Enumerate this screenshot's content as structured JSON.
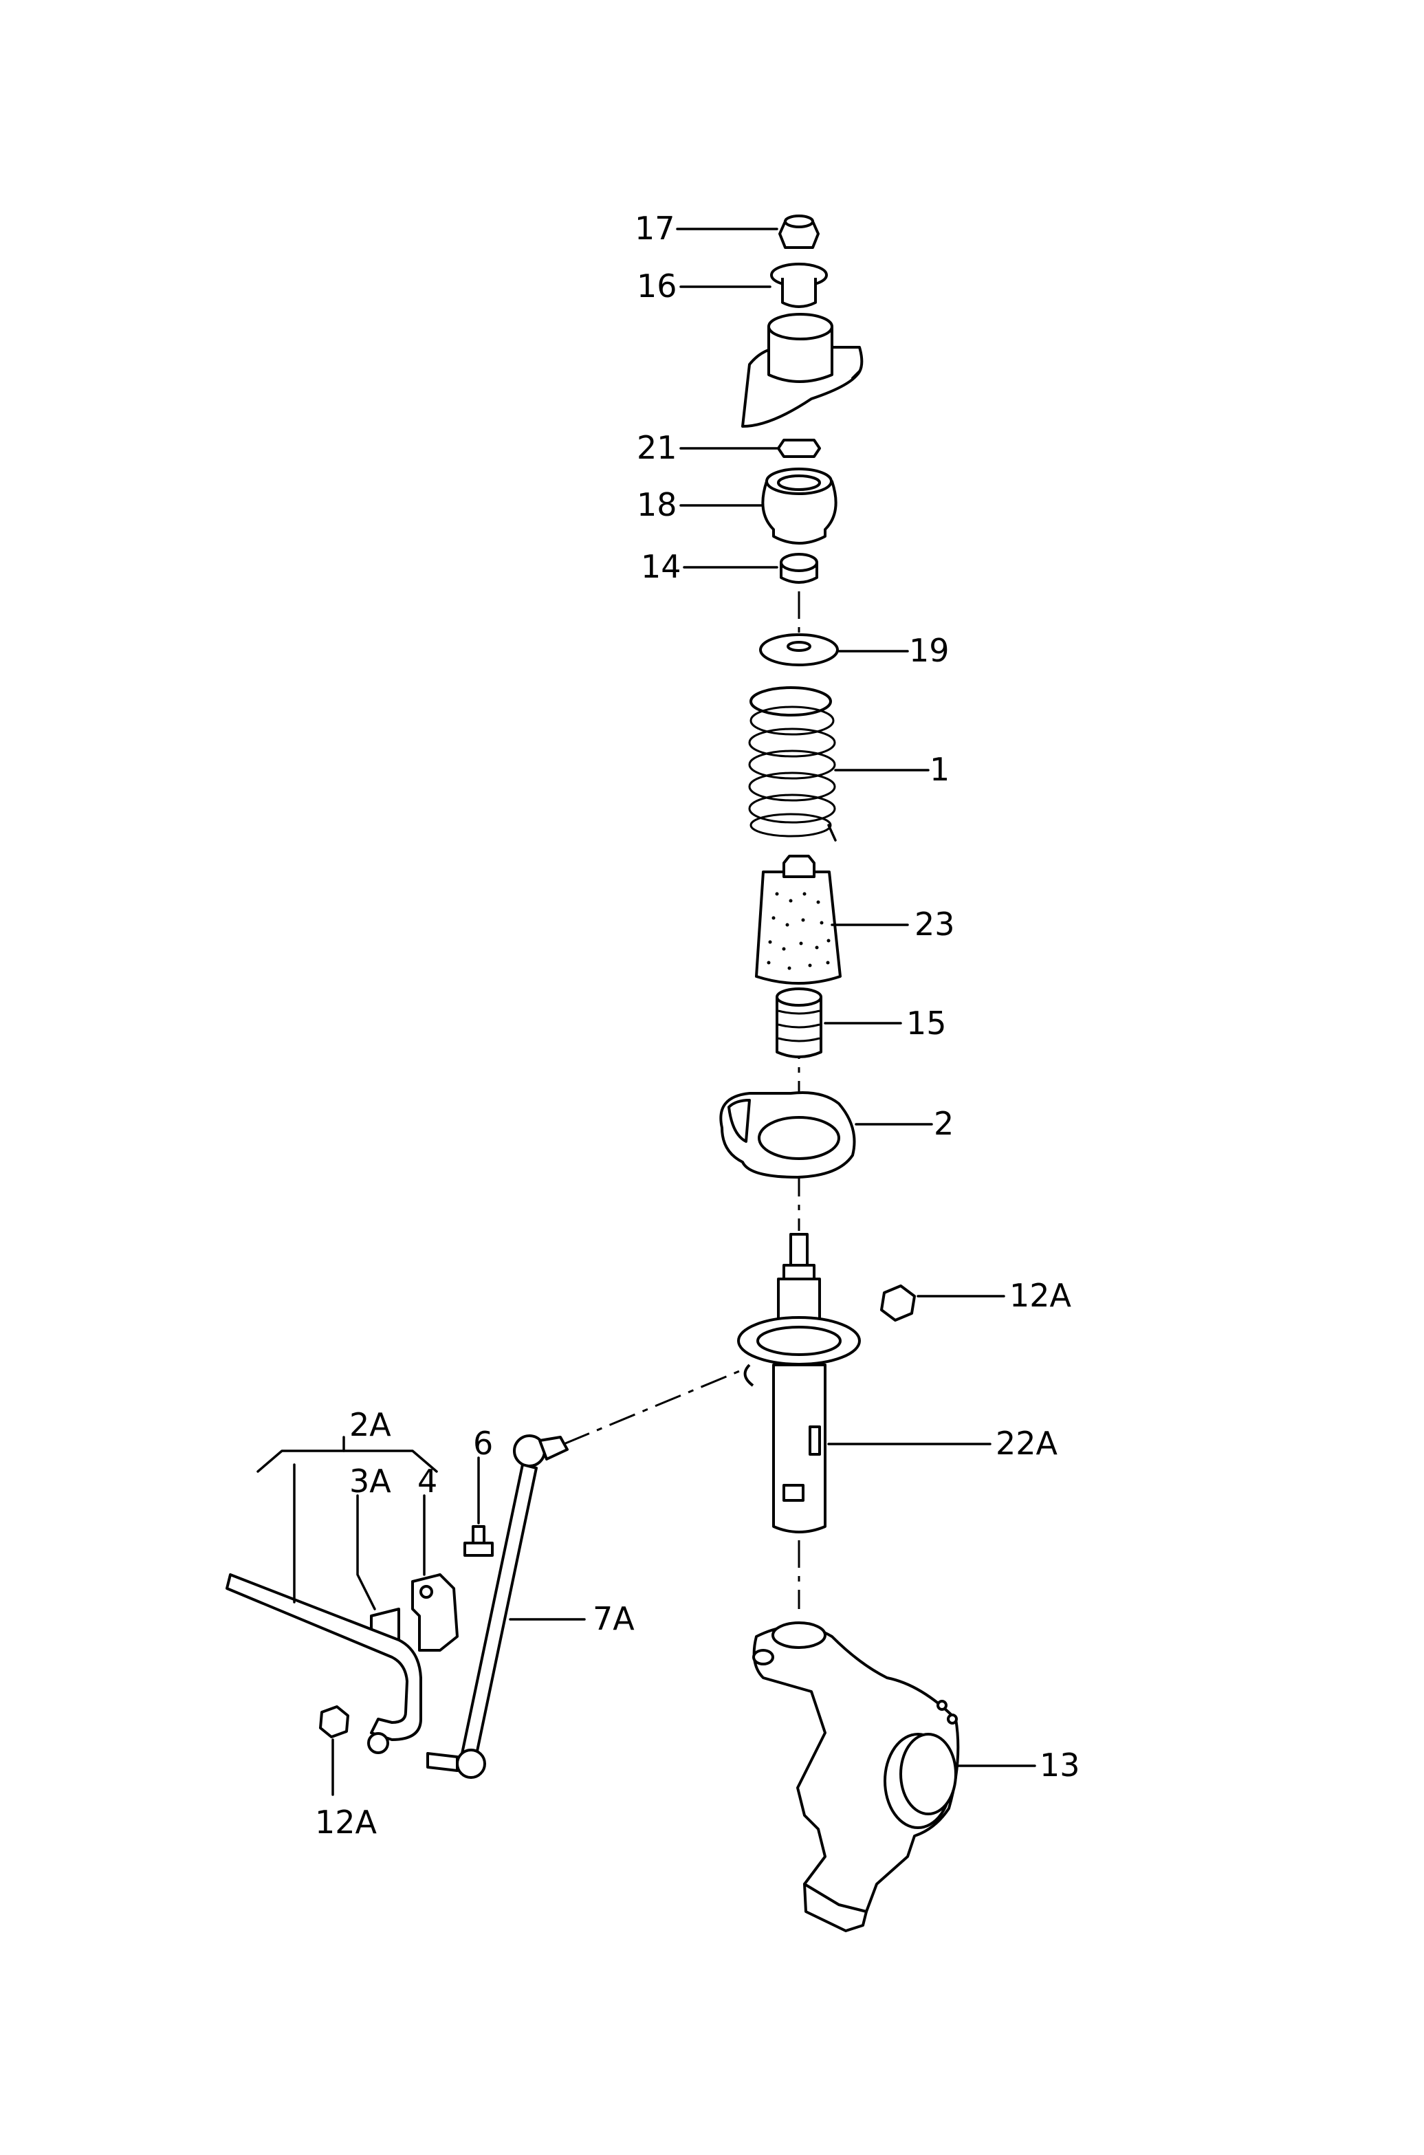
{
  "labels": {
    "p17": "17",
    "p16": "16",
    "p21": "21",
    "p18": "18",
    "p14": "14",
    "p19": "19",
    "p1": "1",
    "p23": "23",
    "p15": "15",
    "p2": "2",
    "p12A_right": "12A",
    "p22A": "22A",
    "p2A": "2A",
    "p6": "6",
    "p3A": "3A",
    "p4": "4",
    "p7A": "7A",
    "p13": "13",
    "p12A_left": "12A"
  },
  "colors": {
    "line": "#000000",
    "background": "#ffffff",
    "fill_shade": "#f2f2f2"
  }
}
